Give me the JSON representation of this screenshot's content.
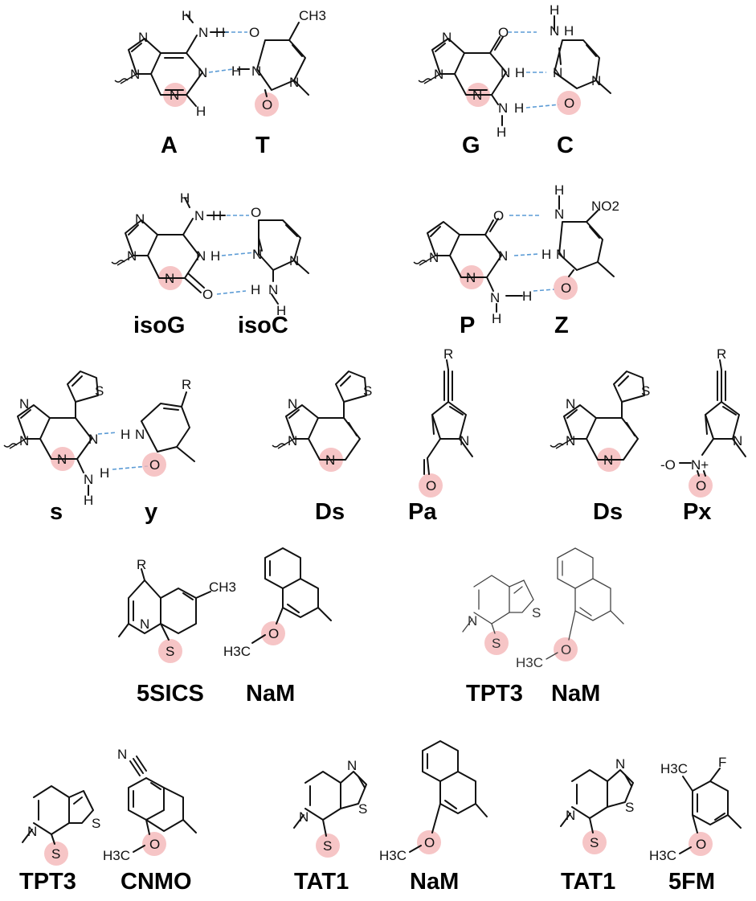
{
  "colors": {
    "highlight": "#f4b6b8",
    "hbond": "#5b9bd5",
    "bond": "#111111"
  },
  "pairs": [
    {
      "left": "A",
      "right": "T"
    },
    {
      "left": "G",
      "right": "C"
    },
    {
      "left": "isoG",
      "right": "isoC"
    },
    {
      "left": "P",
      "right": "Z"
    },
    {
      "left": "s",
      "right": "y"
    },
    {
      "left": "Ds",
      "right": "Pa"
    },
    {
      "left": "Ds",
      "right": "Px"
    },
    {
      "left": "5SICS",
      "right": "NaM"
    },
    {
      "left": "TPT3",
      "right": "NaM"
    },
    {
      "left": "TPT3",
      "right": "CNMO"
    },
    {
      "left": "TAT1",
      "right": "NaM"
    },
    {
      "left": "TAT1",
      "right": "5FM"
    }
  ],
  "atoms": {
    "N": "N",
    "O": "O",
    "S": "S",
    "H": "H",
    "R": "R",
    "F": "F",
    "CH3": "CH3",
    "H3C": "H3C",
    "NO2": "NO2",
    "Oneg": "-O",
    "Npos": "N+"
  }
}
